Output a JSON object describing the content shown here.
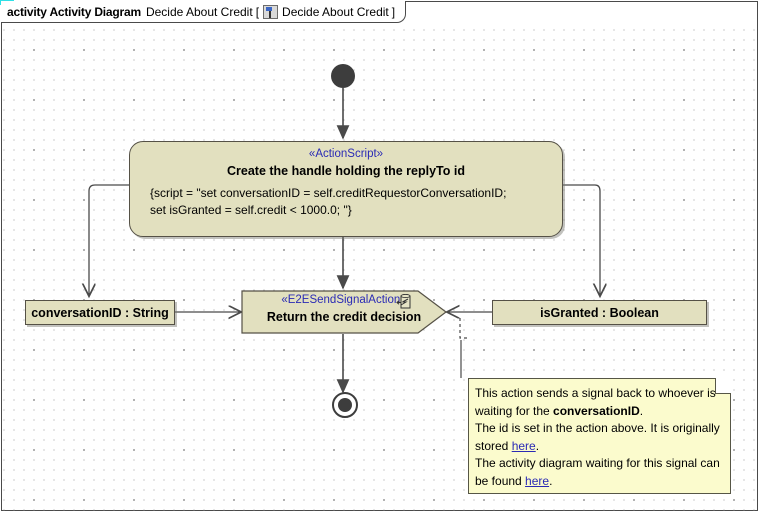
{
  "header": {
    "kind": "activity Activity Diagram",
    "name": "Decide About Credit",
    "bracket_open": "[",
    "ref_icon": "diagram-ref-icon",
    "ref_name": "Decide About Credit",
    "bracket_close": "]"
  },
  "palette": {
    "node_fill": "#E2E0BF",
    "node_stroke": "#555146",
    "note_fill": "#FBFBCD",
    "stereotype_color": "#2A2AB5",
    "link_color": "#2A2AB5",
    "edge_color": "#4A4A4A",
    "accent": "#2FE0E6"
  },
  "nodes": {
    "initial": {
      "name": "initial-node"
    },
    "final": {
      "name": "activity-final-node"
    },
    "action_script": {
      "stereotype": "«ActionScript»",
      "title": "Create the handle holding the replyTo id",
      "body_line1": "{script = \"set conversationID = self.creditRequestorConversationID;",
      "body_line2": "set isGranted = self.credit < 1000.0; \"}"
    },
    "send_signal": {
      "stereotype": "«E2ESendSignalAction»",
      "title": "Return the credit decision",
      "icon": "send-signal-icon"
    },
    "pin_left": {
      "label": "conversationID : String"
    },
    "pin_right": {
      "label": "isGranted : Boolean"
    }
  },
  "note": {
    "line1_a": "This action sends a signal back to whoever is",
    "line2_a": "waiting for the ",
    "line2_bold": "conversationID",
    "line2_b": ".",
    "line3_a": "The id is set in the action above. It is originally",
    "line4_a": "stored ",
    "line4_link": "here",
    "line4_b": ".",
    "line5_a": "The activity diagram waiting for this signal can",
    "line6_a": "be found ",
    "line6_link": "here",
    "line6_b": "."
  }
}
